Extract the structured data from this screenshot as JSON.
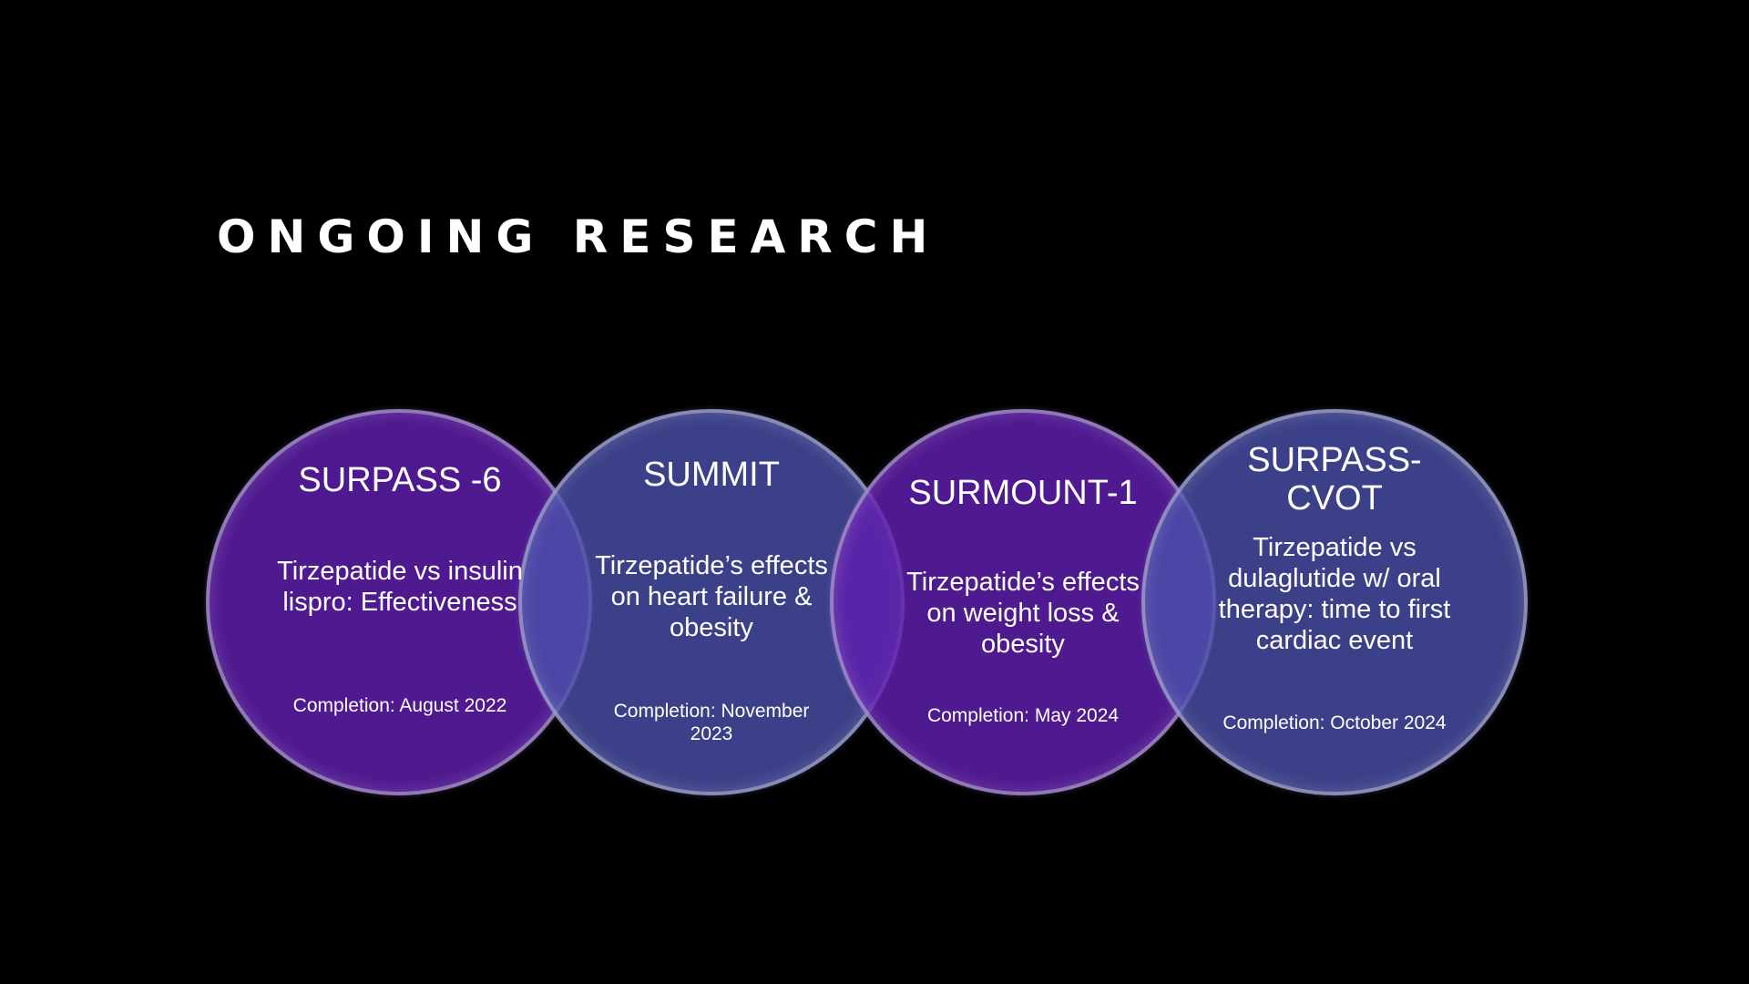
{
  "slide": {
    "title": "ONGOING RESEARCH"
  },
  "colors": {
    "background": "#000000",
    "circle_purple": "#5A1EAA",
    "circle_blue": "#464E9E",
    "overlap": "#6A5AD2",
    "text": "#FFFFFF"
  },
  "trials": [
    {
      "name": "SURPASS -6",
      "description": "Tirzepatide  vs insulin lispro: Effectiveness",
      "completion": "Completion: August 2022"
    },
    {
      "name": "SUMMIT",
      "description": "Tirzepatide’s effects on heart failure & obesity",
      "completion": "Completion: November 2023"
    },
    {
      "name": "SURMOUNT-1",
      "description": "Tirzepatide’s effects on weight loss & obesity",
      "completion": "Completion: May 2024"
    },
    {
      "name": "SURPASS-CVOT",
      "description": "Tirzepatide vs dulaglutide w/ oral therapy: time to first cardiac event",
      "completion": "Completion: October 2024"
    }
  ]
}
